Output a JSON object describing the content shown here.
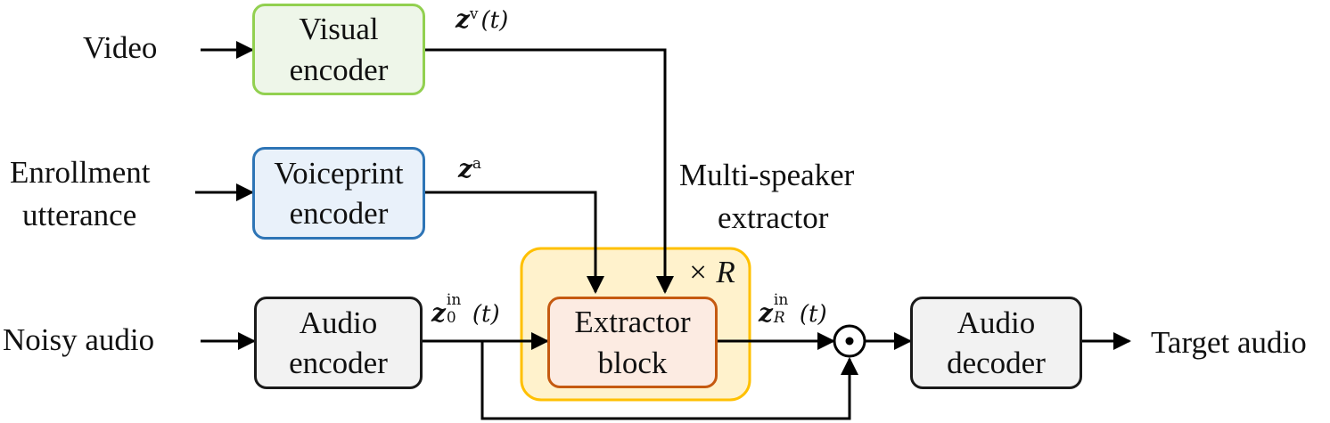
{
  "inputs": {
    "video": "Video",
    "enrollment_line1": "Enrollment",
    "enrollment_line2": "utterance",
    "noisy_audio": "Noisy audio"
  },
  "output": {
    "target_audio": "Target audio"
  },
  "blocks": {
    "visual_encoder": {
      "line1": "Visual",
      "line2": "encoder",
      "border": "#92d050",
      "fill": "#eef6e9"
    },
    "voiceprint_encoder": {
      "line1": "Voiceprint",
      "line2": "encoder",
      "border": "#2e75b6",
      "fill": "#e9f1fa"
    },
    "audio_encoder": {
      "line1": "Audio",
      "line2": "encoder",
      "border": "#1a1a1a",
      "fill": "#f2f2f2"
    },
    "extractor_block": {
      "line1": "Extractor",
      "line2": "block",
      "border": "#c55a11",
      "fill": "#fcebe2"
    },
    "audio_decoder": {
      "line1": "Audio",
      "line2": "decoder",
      "border": "#1a1a1a",
      "fill": "#f2f2f2"
    }
  },
  "extractor_group": {
    "line1": "Multi-speaker",
    "line2": "extractor",
    "repeat": "× R",
    "border": "#ffc000",
    "fill": "#fff2cc"
  },
  "signals": {
    "z_visual": {
      "base": "z",
      "sup": "v",
      "arg": "(t)"
    },
    "z_audio": {
      "base": "z",
      "sup": "a"
    },
    "z_in_0": {
      "base": "z",
      "sup": "in",
      "sub": "0",
      "arg": "(t)"
    },
    "z_in_R": {
      "base": "z",
      "sup": "in",
      "sub": "R",
      "arg": "(t)"
    }
  },
  "operator": {
    "symbol": "⊙"
  }
}
